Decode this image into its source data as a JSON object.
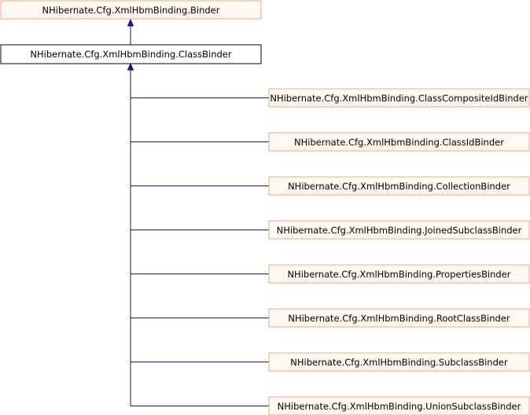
{
  "colors": {
    "edge": "#191970",
    "node_fill": "#fff7f0",
    "node_border": "#e8a98a",
    "focus_fill": "#ffffff",
    "focus_border": "#000000",
    "text": "#000000"
  },
  "diagram": {
    "base": {
      "label": "NHibernate.Cfg.XmlHbmBinding.Binder"
    },
    "focus": {
      "label": "NHibernate.Cfg.XmlHbmBinding.ClassBinder"
    },
    "derived": [
      {
        "label": "NHibernate.Cfg.XmlHbmBinding.ClassCompositeIdBinder"
      },
      {
        "label": "NHibernate.Cfg.XmlHbmBinding.ClassIdBinder"
      },
      {
        "label": "NHibernate.Cfg.XmlHbmBinding.CollectionBinder"
      },
      {
        "label": "NHibernate.Cfg.XmlHbmBinding.JoinedSubclassBinder"
      },
      {
        "label": "NHibernate.Cfg.XmlHbmBinding.PropertiesBinder"
      },
      {
        "label": "NHibernate.Cfg.XmlHbmBinding.RootClassBinder"
      },
      {
        "label": "NHibernate.Cfg.XmlHbmBinding.SubclassBinder"
      },
      {
        "label": "NHibernate.Cfg.XmlHbmBinding.UnionSubclassBinder"
      }
    ]
  }
}
